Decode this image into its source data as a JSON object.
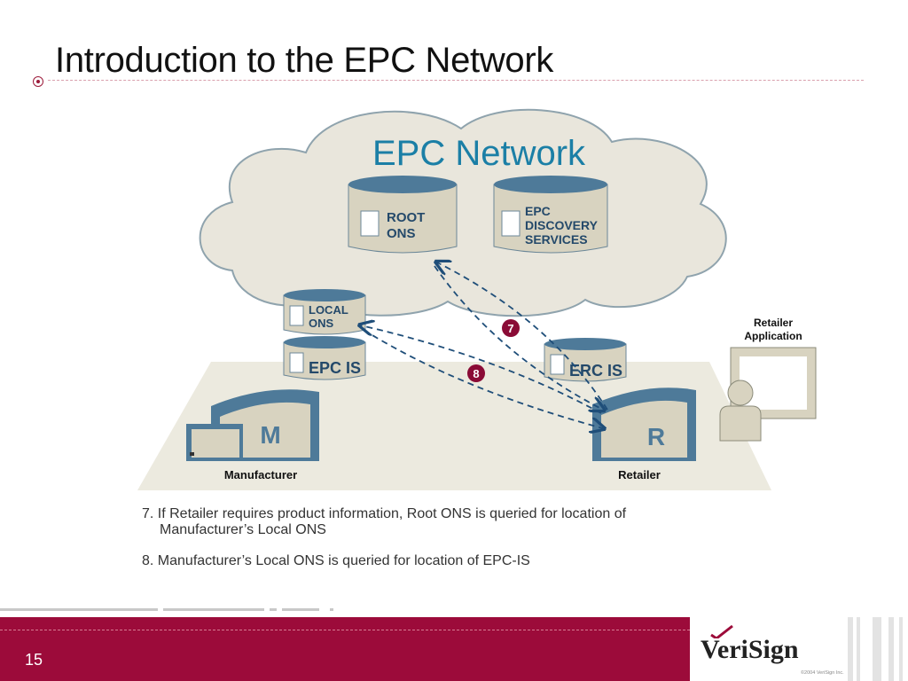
{
  "slide": {
    "title": "Introduction to the EPC Network",
    "page_number": "15"
  },
  "diagram": {
    "cloud_title": "EPC Network",
    "root_ons": [
      "ROOT",
      "ONS"
    ],
    "discovery": [
      "EPC",
      "DISCOVERY",
      "SERVICES"
    ],
    "local_ons": [
      "LOCAL",
      "ONS"
    ],
    "epc_is_manufacturer": "EPC IS",
    "epc_is_retailer": "ERC IS",
    "manufacturer_letter": "M",
    "retailer_letter": "R",
    "manufacturer_label": "Manufacturer",
    "retailer_label": "Retailer",
    "retailer_app": [
      "Retailer",
      "Application"
    ],
    "step7": "7",
    "step8": "8"
  },
  "captions": {
    "step7_line1": "7. If Retailer requires product information, Root ONS is queried for location of",
    "step7_line2": "Manufacturer’s Local ONS",
    "step8": "8. Manufacturer’s Local ONS is queried for location of EPC-IS"
  },
  "footer": {
    "logo": "VeriSign",
    "copyright": "©2004 VeriSign Inc."
  },
  "colors": {
    "accent": "#9c0b3a",
    "cloud_fill": "#e9e6dc",
    "cloud_stroke": "#8fa3ad",
    "db_blue": "#4e7a99",
    "db_body": "#d8d3c0",
    "arrow": "#1f4e79",
    "title_blue": "#1b7fa6"
  }
}
